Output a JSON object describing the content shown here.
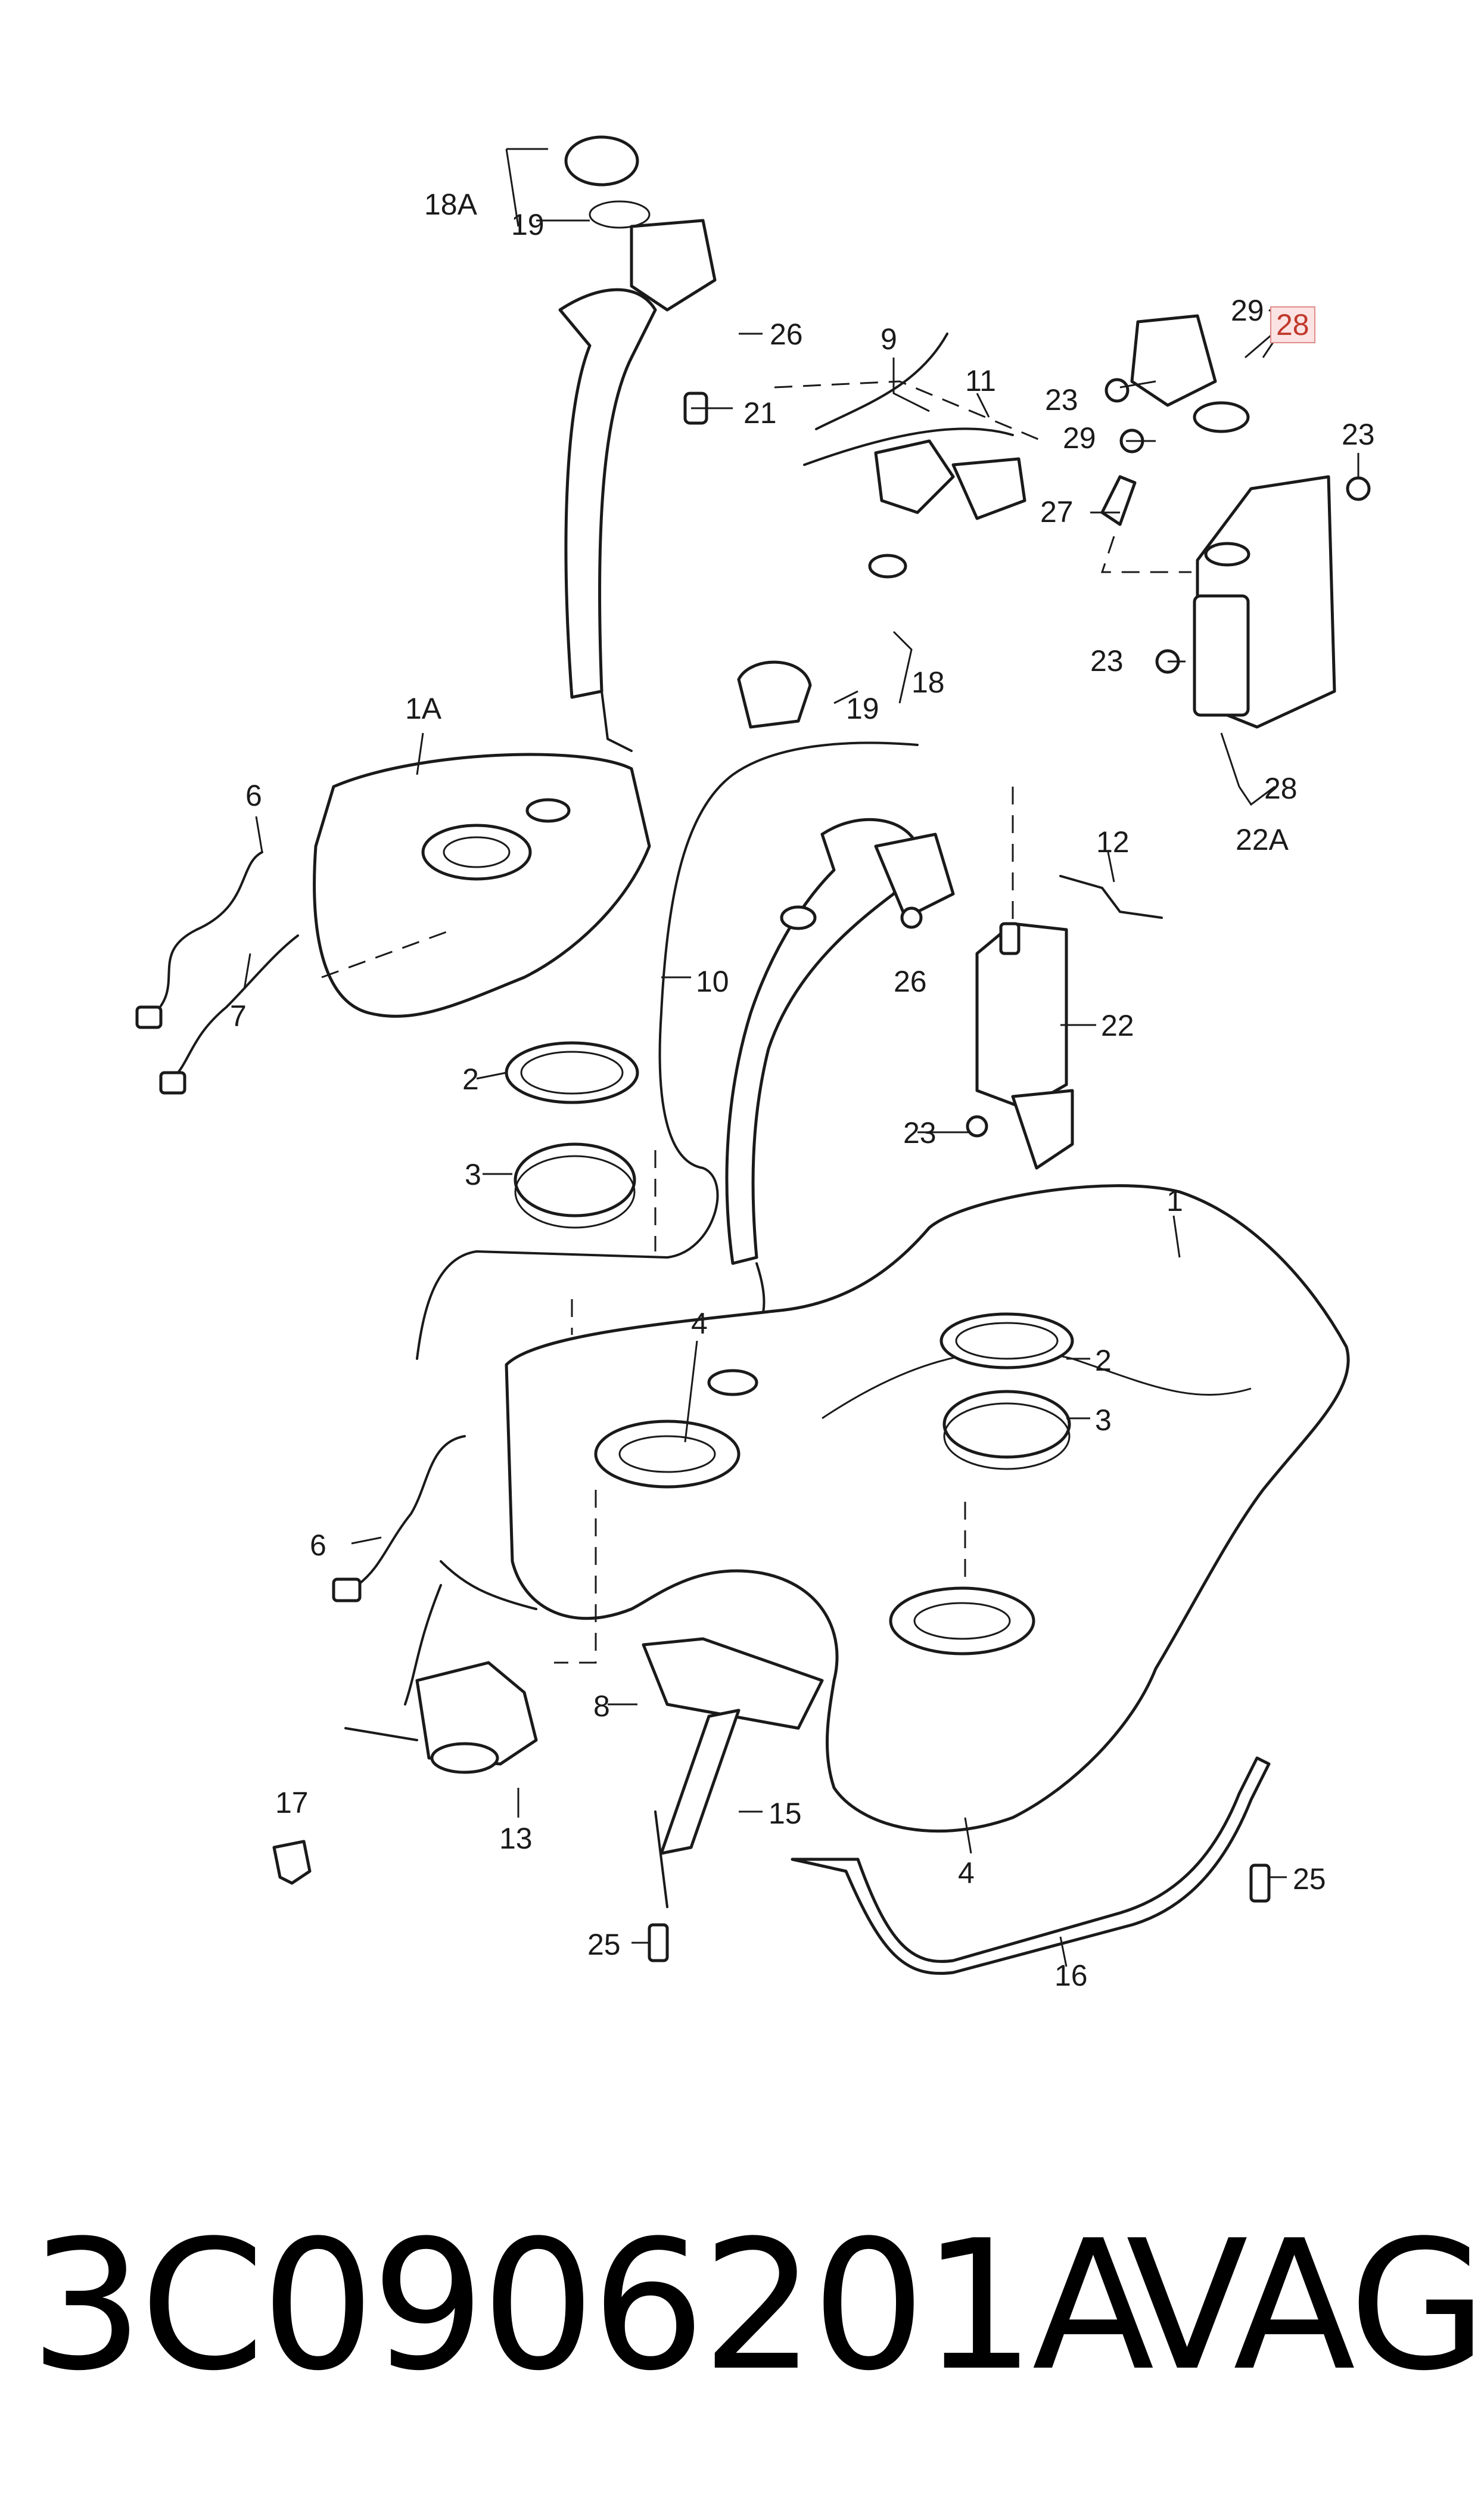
{
  "diagram": {
    "labels": {
      "l18a": "18A",
      "l19a": "19",
      "l26a": "26",
      "l21": "21",
      "l9": "9",
      "l11": "11",
      "l23a": "23",
      "l29a": "29",
      "l29b": "29",
      "l28a": "28",
      "l23b": "23",
      "l27": "27",
      "l23c": "23",
      "l28b": "28",
      "l22a": "22A",
      "l1a": "1A",
      "l6a": "6",
      "l7": "7",
      "l18": "18",
      "l19b": "19",
      "l10": "10",
      "l12": "12",
      "l26b": "26",
      "l22": "22",
      "l2a": "2",
      "l3a": "3",
      "l23d": "23",
      "l1": "1",
      "l4a": "4",
      "l2b": "2",
      "l3b": "3",
      "l6b": "6",
      "l8": "8",
      "l17": "17",
      "l13": "13",
      "l15": "15",
      "l25a": "25",
      "l25b": "25",
      "l16": "16",
      "l4b": "4"
    }
  },
  "footer": {
    "part_number": "3C0906201A",
    "brand": "VAG"
  }
}
